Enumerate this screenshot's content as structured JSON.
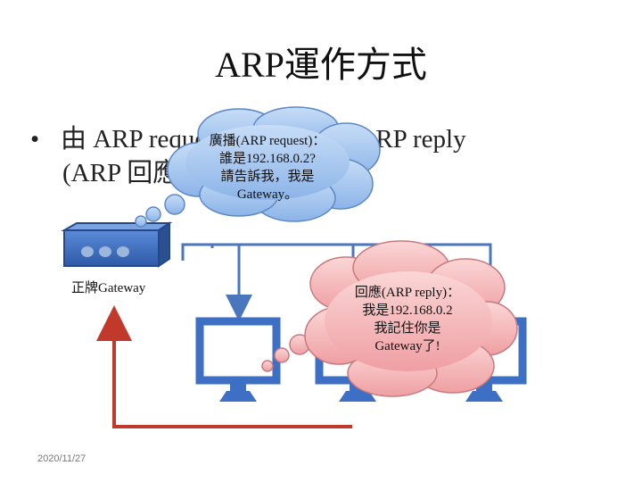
{
  "slide": {
    "title": "ARP運作方式",
    "bullet_line_1": "由 ARP request(廣播的) 與 ARP reply",
    "bullet_line_2": "(ARP 回應) 完成",
    "bullet_symbol": "•"
  },
  "request_cloud": {
    "line1": "廣播(ARP request)：",
    "line2": "誰是192.168.0.2?",
    "line3": "請告訴我，我是",
    "line4": "Gateway。"
  },
  "reply_cloud": {
    "line1": "回應(ARP reply)：",
    "line2": "我是192.168.0.2",
    "line3": "我記住你是",
    "line4": "Gateway了!"
  },
  "router": {
    "label": "正牌Gateway"
  },
  "footer": {
    "date": "2020/11/27"
  },
  "colors": {
    "request_cloud": "#9fc3ee",
    "reply_cloud": "#f3b6b8",
    "device_blue": "#3d6fc4",
    "reply_arrow": "#c0392b",
    "wire": "#4a76bd"
  }
}
